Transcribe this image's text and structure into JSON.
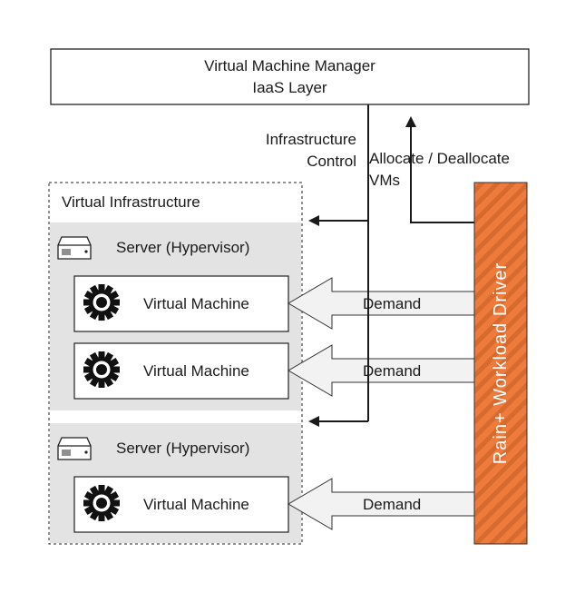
{
  "manager": {
    "title": "Virtual Machine Manager",
    "subtitle": "IaaS Layer"
  },
  "infrastructure_control": {
    "line1": "Infrastructure",
    "line2": "Control"
  },
  "allocate": {
    "line1": "Allocate / Deallocate",
    "line2": "VMs"
  },
  "virtual_infrastructure": {
    "title": "Virtual Infrastructure",
    "servers": [
      {
        "label": "Server (Hypervisor)",
        "vms": [
          {
            "label": "Virtual Machine",
            "demand": "Demand"
          },
          {
            "label": "Virtual Machine",
            "demand": "Demand"
          }
        ]
      },
      {
        "label": "Server (Hypervisor)",
        "vms": [
          {
            "label": "Virtual Machine",
            "demand": "Demand"
          }
        ]
      }
    ]
  },
  "driver": {
    "label": "Rain+ Workload Driver",
    "color": "#ee7a3c",
    "stripe_color": "#d76a2e"
  },
  "colors": {
    "server_band": "#e3e3e3",
    "demand_arrow_fill": "#f2f2f2",
    "line": "#1a1a1a"
  },
  "icons": {
    "server": "server-icon",
    "vm": "gear-icon"
  }
}
